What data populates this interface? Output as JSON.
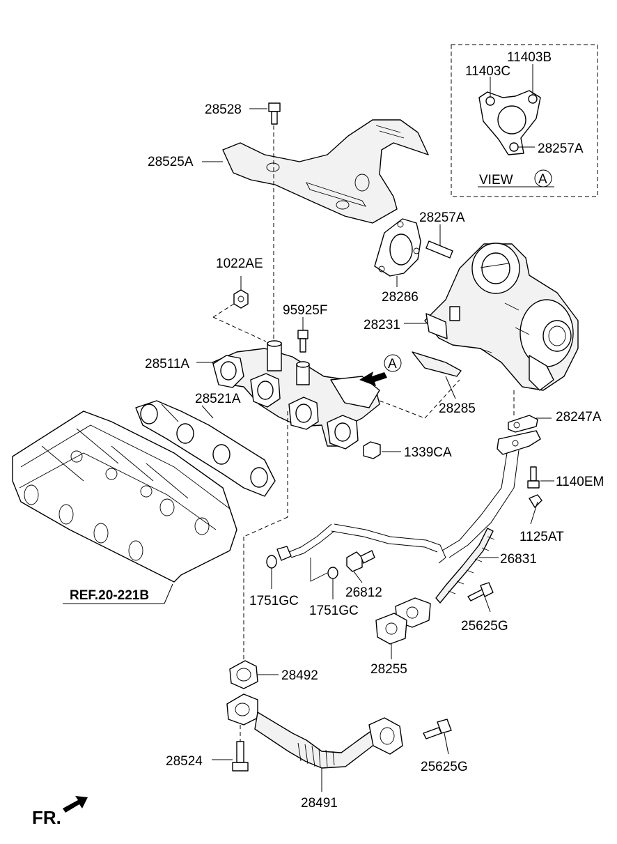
{
  "diagram": {
    "labels": {
      "p28528": "28528",
      "p28525A": "28525A",
      "p1022AE": "1022AE",
      "p95925F": "95925F",
      "p28511A": "28511A",
      "p28521A": "28521A",
      "p28257A_top": "28257A",
      "p28286": "28286",
      "p28231": "28231",
      "p28285": "28285",
      "p1339CA": "1339CA",
      "p28247A": "28247A",
      "p1140EM": "1140EM",
      "p1125AT": "1125AT",
      "p26831": "26831",
      "p1751GC_a": "1751GC",
      "p1751GC_b": "1751GC",
      "p26812": "26812",
      "p25625G_a": "25625G",
      "p28255": "28255",
      "p28492": "28492",
      "p28524": "28524",
      "p25625G_b": "25625G",
      "p28491": "28491",
      "ref": "REF.20-221B",
      "fr": "FR.",
      "callout_a": "A"
    },
    "view": {
      "title": "VIEW",
      "marker": "A",
      "p11403B": "11403B",
      "p11403C": "11403C",
      "p28257A": "28257A"
    }
  }
}
